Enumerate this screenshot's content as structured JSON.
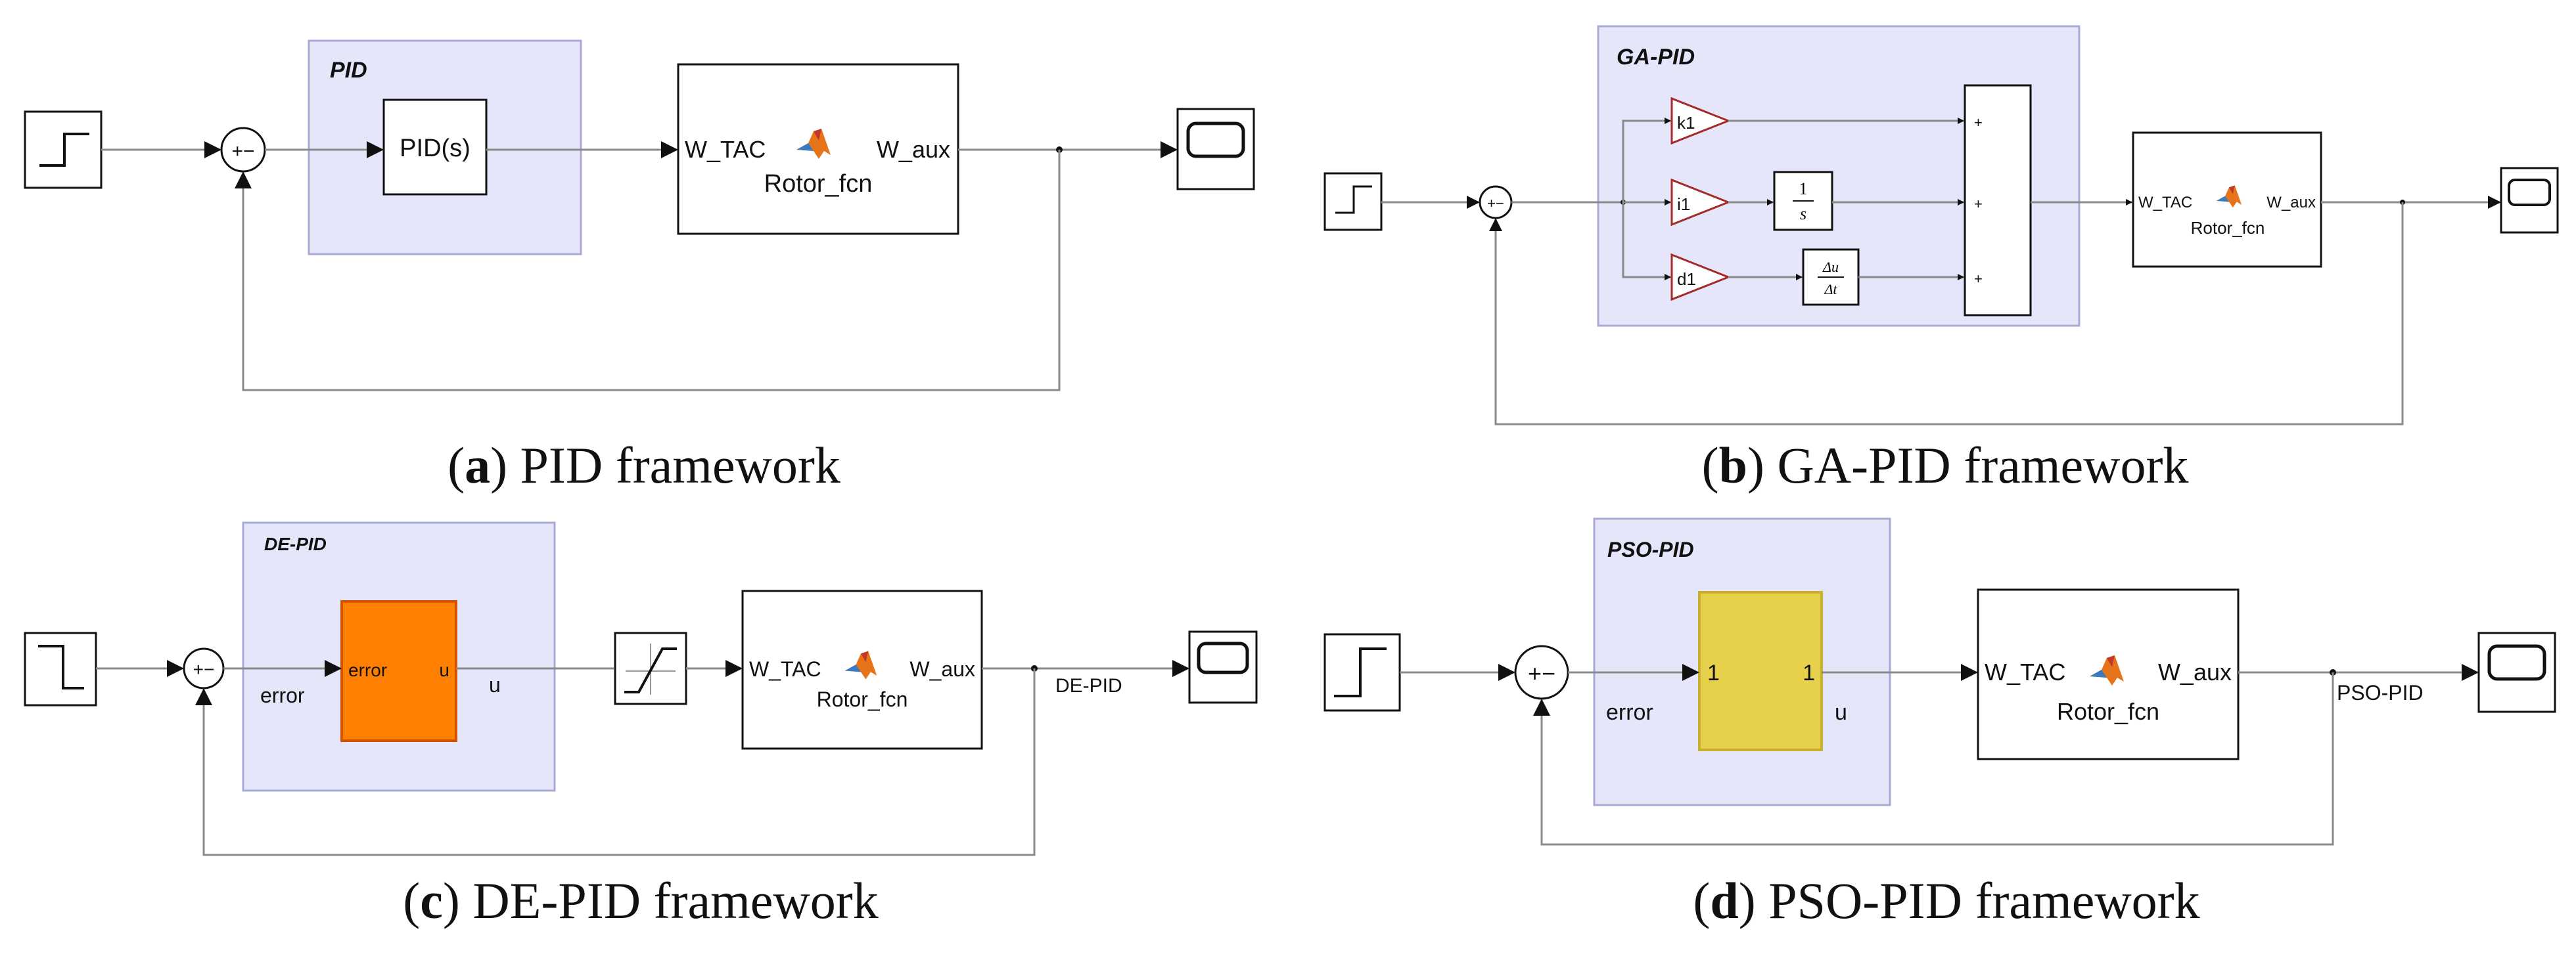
{
  "colors": {
    "subsystem_fill": "#e6e6fa",
    "subsystem_stroke": "#a9a9d6",
    "wire": "#8a8a8a",
    "gain_stroke": "#a52a2a",
    "de_block_fill": "#ff7f00",
    "pso_block_fill": "#e8d14a",
    "matlab_icon": "#e8741a"
  },
  "icons": [
    "step-source-icon",
    "sum-junction-icon",
    "scope-icon",
    "matlab-function-icon",
    "saturation-icon",
    "gain-triangle-icon"
  ],
  "panel_a": {
    "caption_letter": "a",
    "caption_text": " PID framework",
    "subsystem_label": "PID",
    "sum_signs": "+−",
    "pid_block": "PID(s)",
    "rotor_in": "W_TAC",
    "rotor_out": "W_aux",
    "rotor_name": "Rotor_fcn"
  },
  "panel_b": {
    "caption_letter": "b",
    "caption_text": " GA-PID framework",
    "subsystem_label": "GA-PID",
    "sum_signs": "+−",
    "gain_p": "k1",
    "gain_i": "i1",
    "gain_d": "d1",
    "integrator_num": "1",
    "integrator_den": "s",
    "deriv_num": "Δu",
    "deriv_den": "Δt",
    "sum_plus": "+",
    "rotor_in": "W_TAC",
    "rotor_out": "W_aux",
    "rotor_name": "Rotor_fcn"
  },
  "panel_c": {
    "caption_letter": "c",
    "caption_text": " DE-PID framework",
    "subsystem_label": "DE-PID",
    "sum_signs": "+−",
    "error_label": "error",
    "block_in": "error",
    "block_out": "u",
    "u_label": "u",
    "rotor_in": "W_TAC",
    "rotor_out": "W_aux",
    "rotor_name": "Rotor_fcn",
    "signal_label": "DE-PID"
  },
  "panel_d": {
    "caption_letter": "d",
    "caption_text": " PSO-PID framework",
    "subsystem_label": "PSO-PID",
    "sum_signs": "+−",
    "error_label": "error",
    "block_in": "1",
    "block_out": "1",
    "u_label": "u",
    "rotor_in": "W_TAC",
    "rotor_out": "W_aux",
    "rotor_name": "Rotor_fcn",
    "signal_label": "PSO-PID"
  }
}
